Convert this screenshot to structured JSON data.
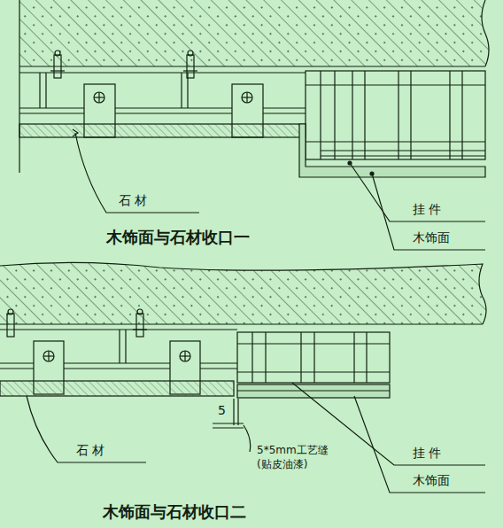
{
  "diagram": {
    "labels": [
      "石 材",
      "挂 件",
      "木饰面",
      "木饰面与石材收口一",
      "5",
      "5*5mm工艺缝",
      "(贴皮油漆)",
      "石 材",
      "挂 件",
      "木饰面",
      "木饰面与石材收口二"
    ]
  }
}
